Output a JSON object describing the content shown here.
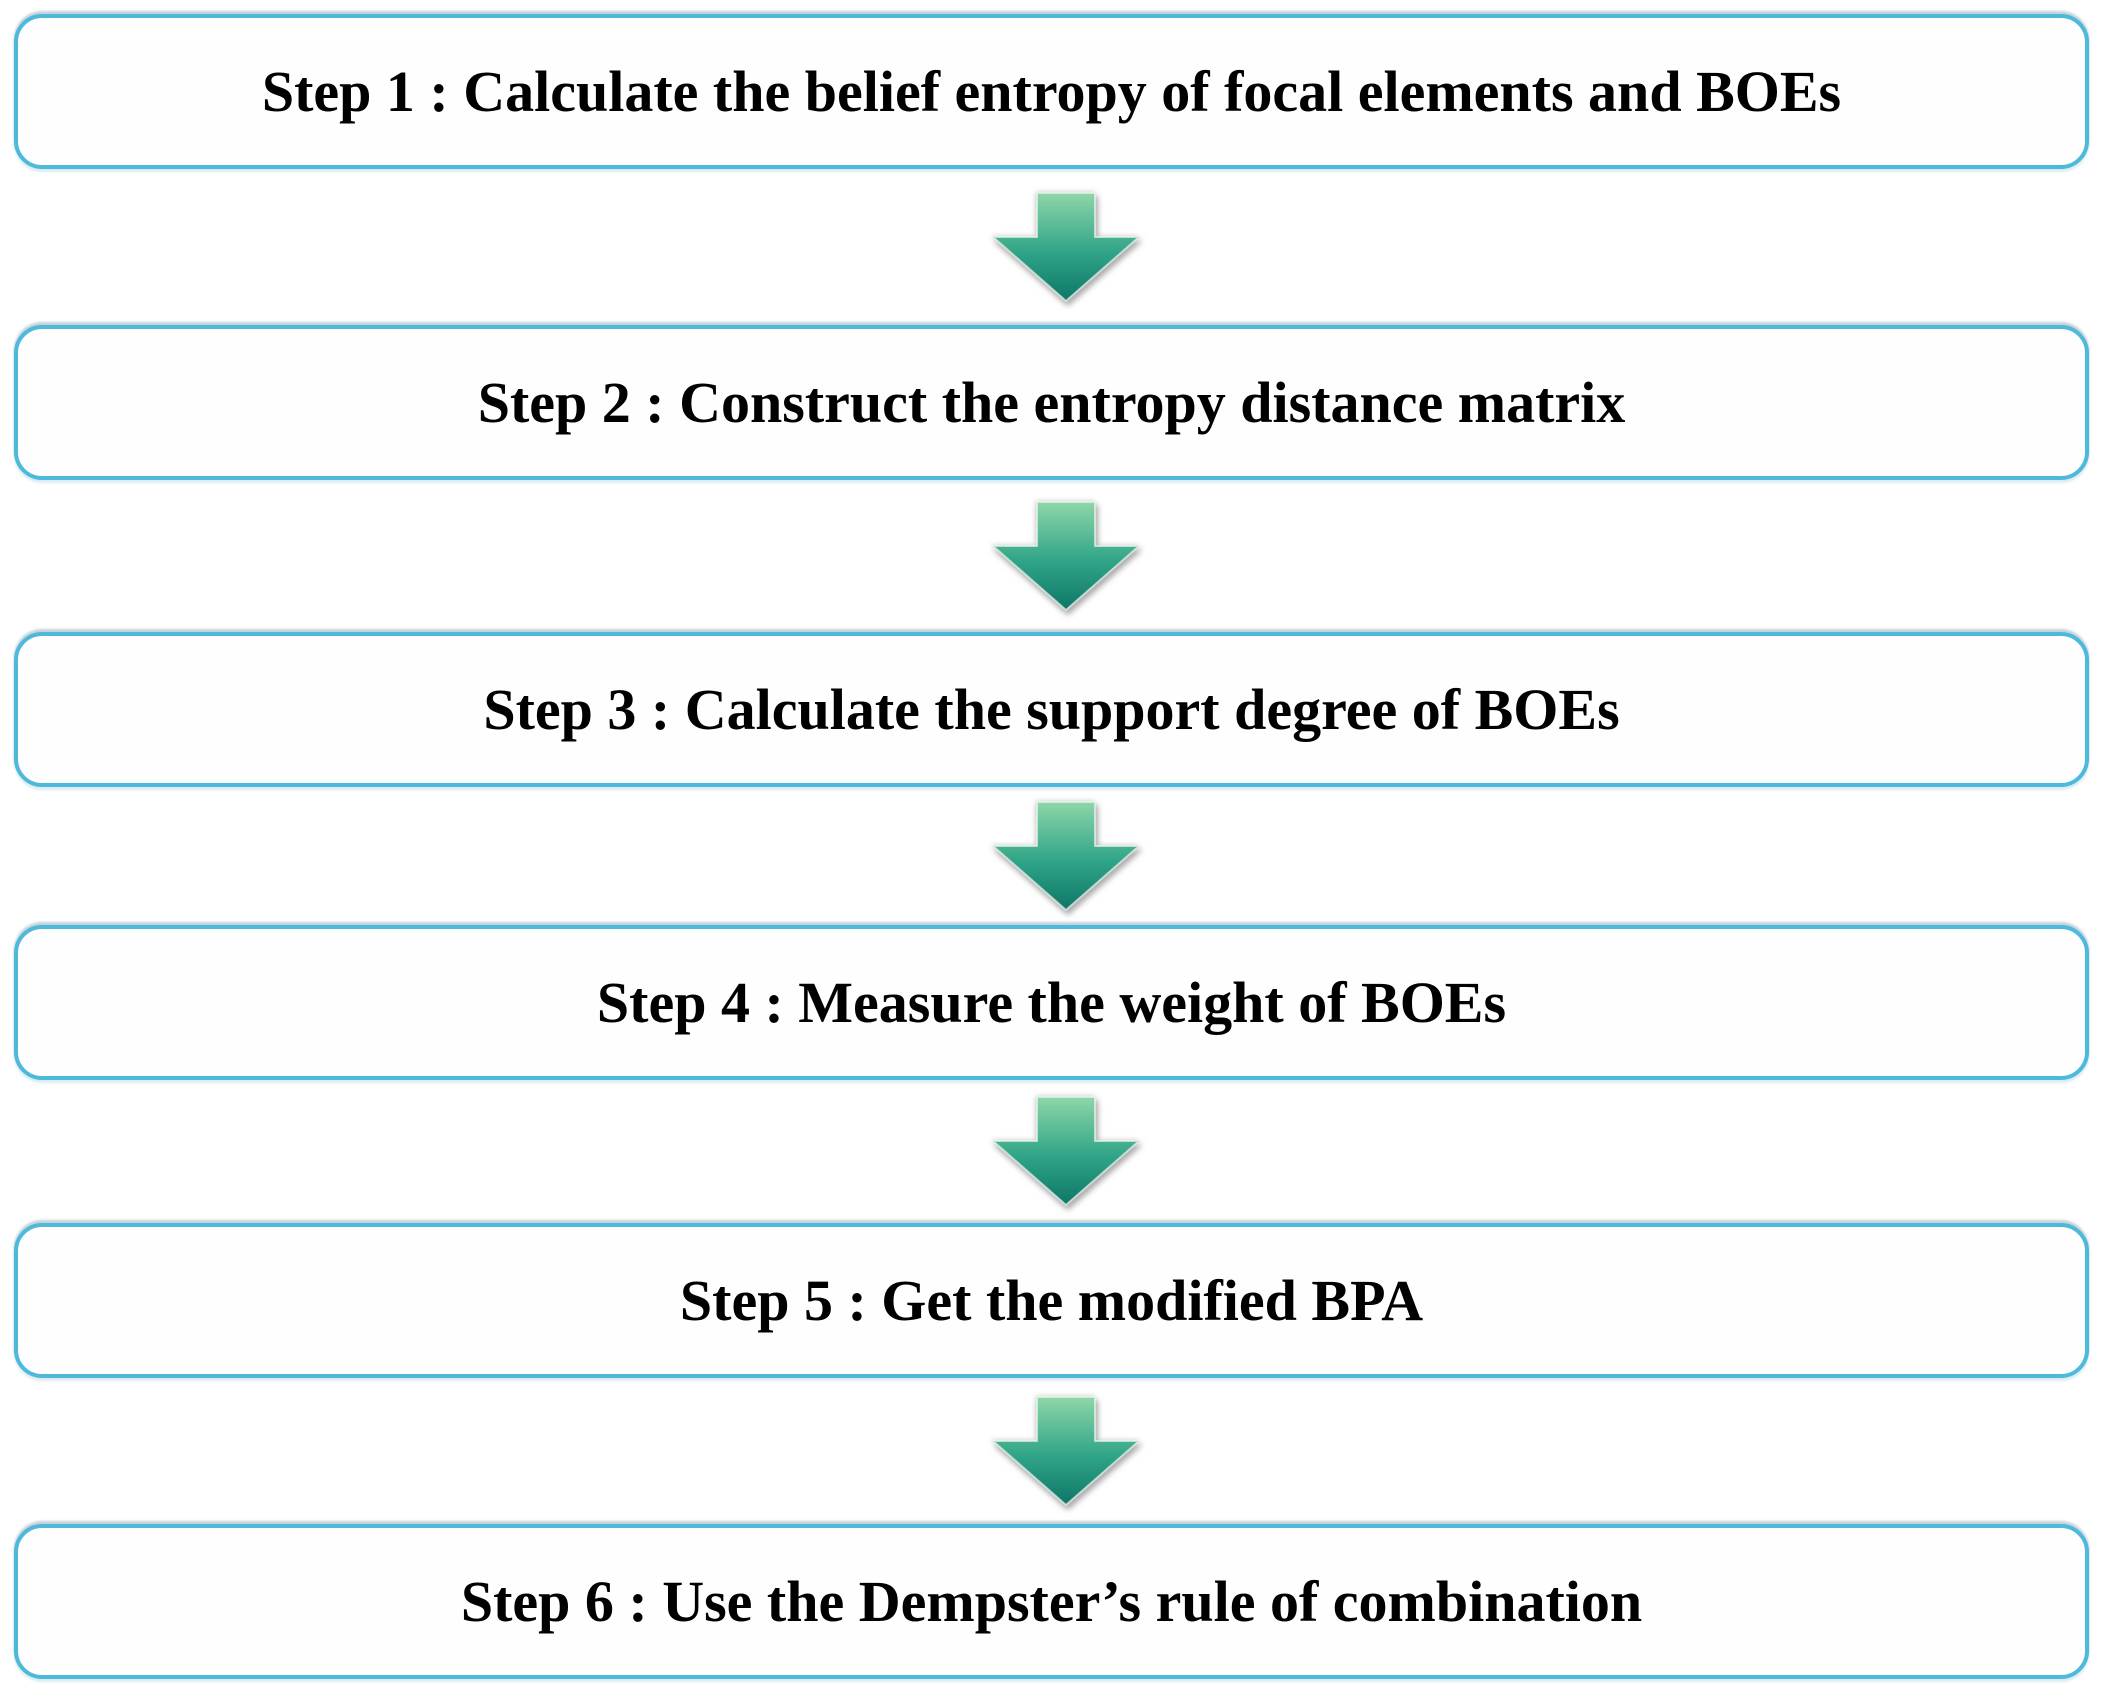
{
  "figure": {
    "type": "flowchart",
    "description": "Six-step vertical flowchart connected by green downward arrows",
    "steps": [
      {
        "id": 1,
        "label": "Step 1 : Calculate the belief entropy of focal elements and BOEs"
      },
      {
        "id": 2,
        "label": "Step 2 : Construct the entropy distance matrix"
      },
      {
        "id": 3,
        "label": "Step 3 : Calculate the support degree of BOEs"
      },
      {
        "id": 4,
        "label": "Step 4 : Measure the weight of BOEs"
      },
      {
        "id": 5,
        "label": "Step 5 : Get the modified BPA"
      },
      {
        "id": 6,
        "label": "Step 6 : Use the Dempster’s rule of combination"
      }
    ],
    "connector": {
      "icon": "down-arrow-icon",
      "count": 5
    },
    "colors": {
      "box_border": "#4db9db",
      "box_fill": "#fffefe",
      "text": "#000000",
      "arrow_gradient_top": "#8ed6a8",
      "arrow_gradient_mid": "#2fa487",
      "arrow_gradient_bottom": "#0e7666",
      "arrow_shadow": "#969696",
      "background": "#ffffff"
    }
  }
}
